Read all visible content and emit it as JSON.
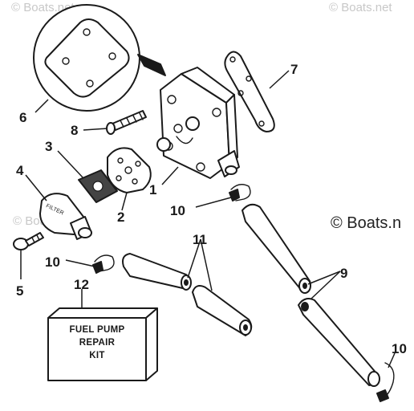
{
  "watermarks": {
    "top_left": "© Boats.net",
    "top_right": "© Boats.net",
    "middle_left": "© Boats.net",
    "right": "© Boats.n"
  },
  "callouts": {
    "c1": "1",
    "c2": "2",
    "c3": "3",
    "c4": "4",
    "c5": "5",
    "c6": "6",
    "c7": "7",
    "c8": "8",
    "c9": "9",
    "c10a": "10",
    "c10b": "10",
    "c10c": "10",
    "c11": "11",
    "c12": "12"
  },
  "filter_label": "FILTER",
  "kit_box": {
    "line1": "FUEL PUMP",
    "line2": "REPAIR",
    "line3": "KIT"
  }
}
